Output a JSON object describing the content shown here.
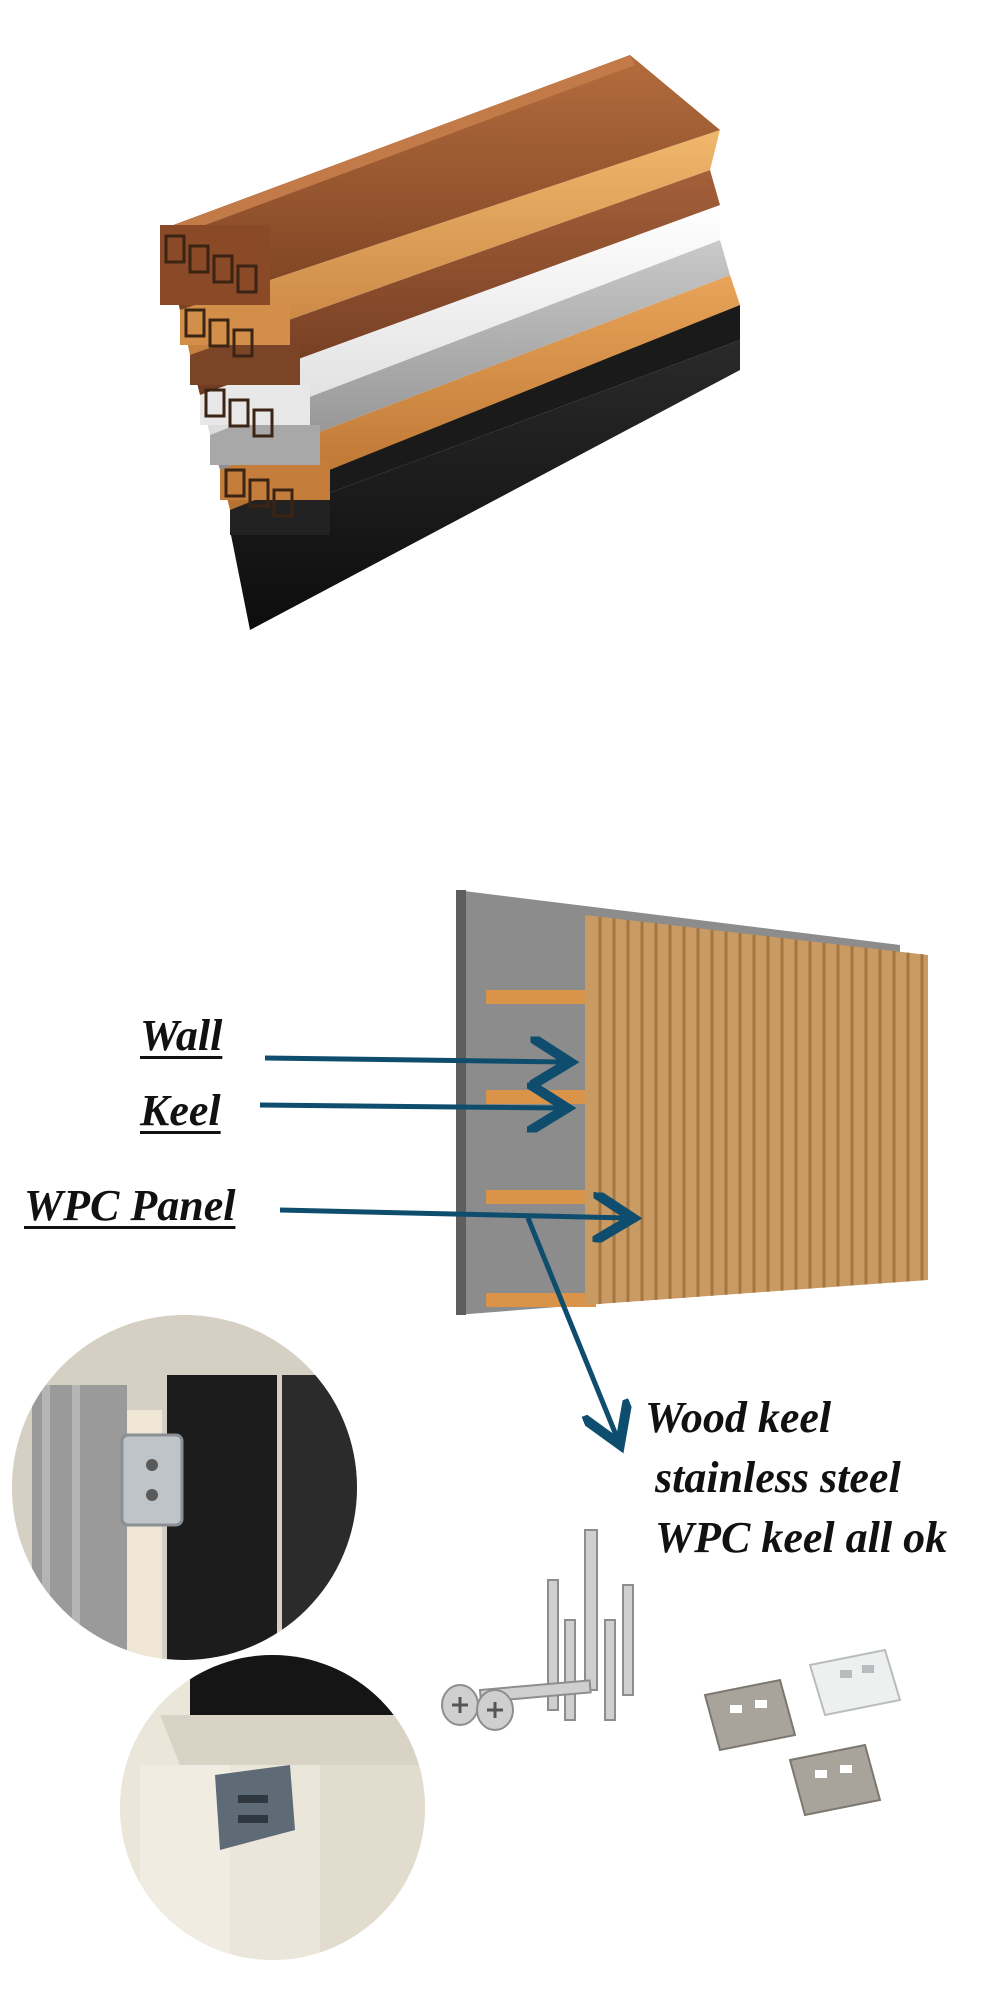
{
  "diagram": {
    "labels": {
      "wall": "Wall",
      "keel": "Keel",
      "wpc_panel": "WPC Panel"
    },
    "note_lines": [
      "Wood keel",
      "stainless steel",
      "WPC keel all ok"
    ],
    "arrow_color": "#0f4d6e"
  },
  "colors": {
    "wall_gray": "#8c8c8c",
    "panel_wood": "#c99a62",
    "keel_wood": "#d9944a"
  }
}
